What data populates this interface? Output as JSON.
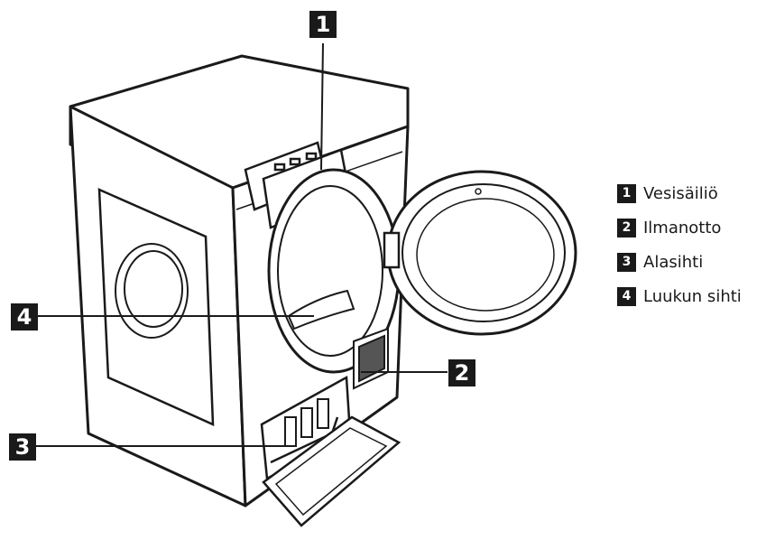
{
  "callouts": [
    {
      "num": "1",
      "label": "Vesisäiliö"
    },
    {
      "num": "2",
      "label": "Ilmanotto"
    },
    {
      "num": "3",
      "label": "Alasihti"
    },
    {
      "num": "4",
      "label": "Luukun sihti"
    }
  ],
  "colors": {
    "line": "#1a1a1a",
    "fill": "#ffffff",
    "badge": "#1a1a1a"
  }
}
